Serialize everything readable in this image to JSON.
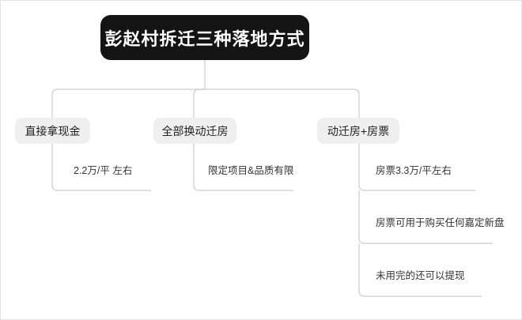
{
  "diagram": {
    "type": "mindmap-tree",
    "orientation": "top-down",
    "title": "彭赵村拆迁三种落地方式",
    "root": {
      "label": "彭赵村拆迁三种落地方式",
      "style": "black-filled-rounded",
      "text_color": "#ffffff",
      "fill_color": "#141414"
    },
    "branch_style": {
      "fill_color": "#efefef",
      "text_color": "#222222"
    },
    "leaf_style": {
      "text_color": "#333333",
      "underline_color": "#cfcfcf"
    },
    "connector_color": "#cccccc",
    "background_color": "#ffffff",
    "branches": [
      {
        "label": "直接拿现金",
        "leaves": [
          {
            "label": "2.2万/平 左右"
          }
        ]
      },
      {
        "label": "全部换动迁房",
        "leaves": [
          {
            "label": "限定项目&品质有限"
          }
        ]
      },
      {
        "label": "动迁房+房票",
        "leaves": [
          {
            "label": "房票3.3万/平左右"
          },
          {
            "label": "房票可用于购买任何嘉定新盘"
          },
          {
            "label": "未用完的还可以提现"
          }
        ]
      }
    ]
  }
}
